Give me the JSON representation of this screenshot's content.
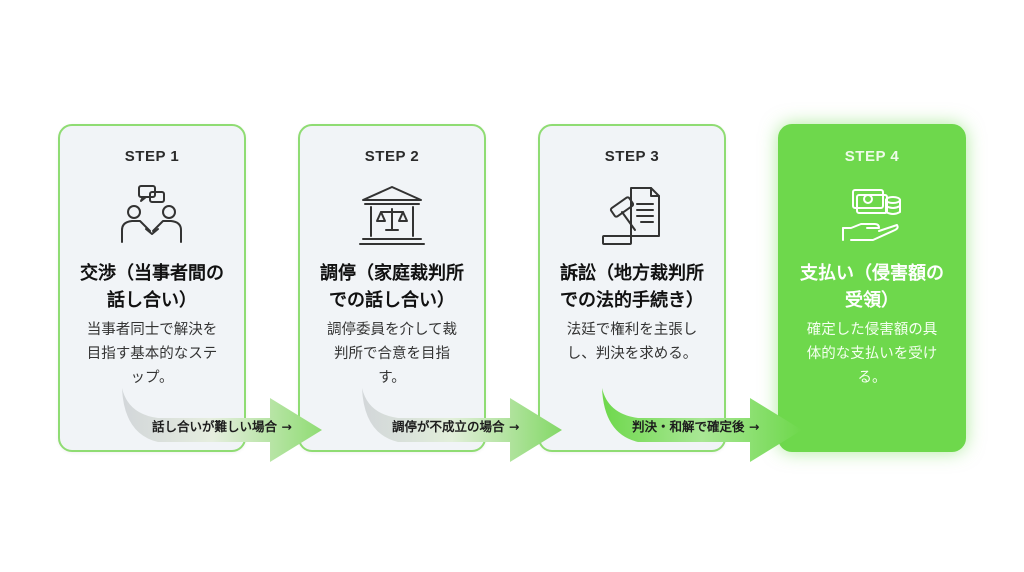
{
  "steps": [
    {
      "label": "STEP 1",
      "title": "交渉（当事者間の\n話し合い）",
      "desc": "当事者同士で解決を\n目指す基本的なステ\nップ。",
      "icon": "negotiation-icon"
    },
    {
      "label": "STEP 2",
      "title": "調停（家庭裁判所\nでの話し合い）",
      "desc": "調停委員を介して裁\n判所で合意を目指\nす。",
      "icon": "courthouse-icon"
    },
    {
      "label": "STEP 3",
      "title": "訴訟（地方裁判所\nでの法的手続き）",
      "desc": "法廷で権利を主張し\nし、判決を求める。",
      "icon": "gavel-document-icon"
    },
    {
      "label": "STEP 4",
      "title": "支払い（侵害額の\n受領）",
      "desc": "確定した侵害額の具\n体的な支払いを受け\nる。",
      "icon": "money-hand-icon"
    }
  ],
  "connectors": [
    {
      "label": "話し合いが難しい場合 →"
    },
    {
      "label": "調停が不成立の場合 →"
    },
    {
      "label": "判決・和解で確定後 →"
    }
  ],
  "colors": {
    "accent": "#6ed84c",
    "border": "#8fdc73",
    "card_bg": "#f1f4f7"
  }
}
